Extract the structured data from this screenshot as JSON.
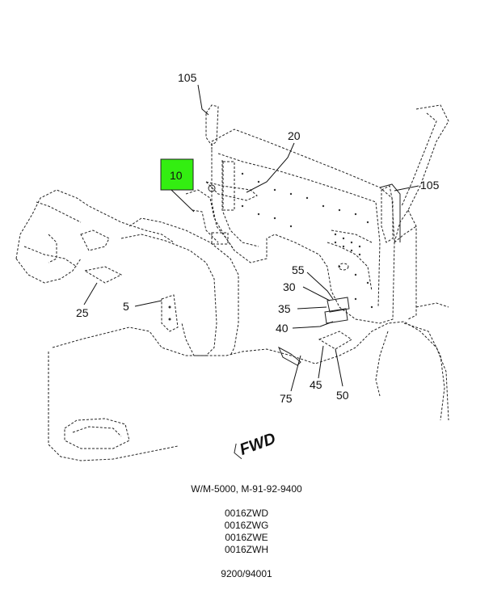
{
  "callouts": {
    "c105a": "105",
    "c20": "20",
    "c10": "10",
    "c105b": "105",
    "c55": "55",
    "c30": "30",
    "c35": "35",
    "c40": "40",
    "c5": "5",
    "c25": "25",
    "c75": "75",
    "c45": "45",
    "c50": "50"
  },
  "direction": "FWD",
  "highlight_color": "#33ee11",
  "caption": {
    "model": "W/M-5000, M-91-92-9400",
    "codes": [
      "0016ZWD",
      "0016ZWG",
      "0016ZWE",
      "0016ZWH"
    ],
    "ref": "9200/94001"
  }
}
